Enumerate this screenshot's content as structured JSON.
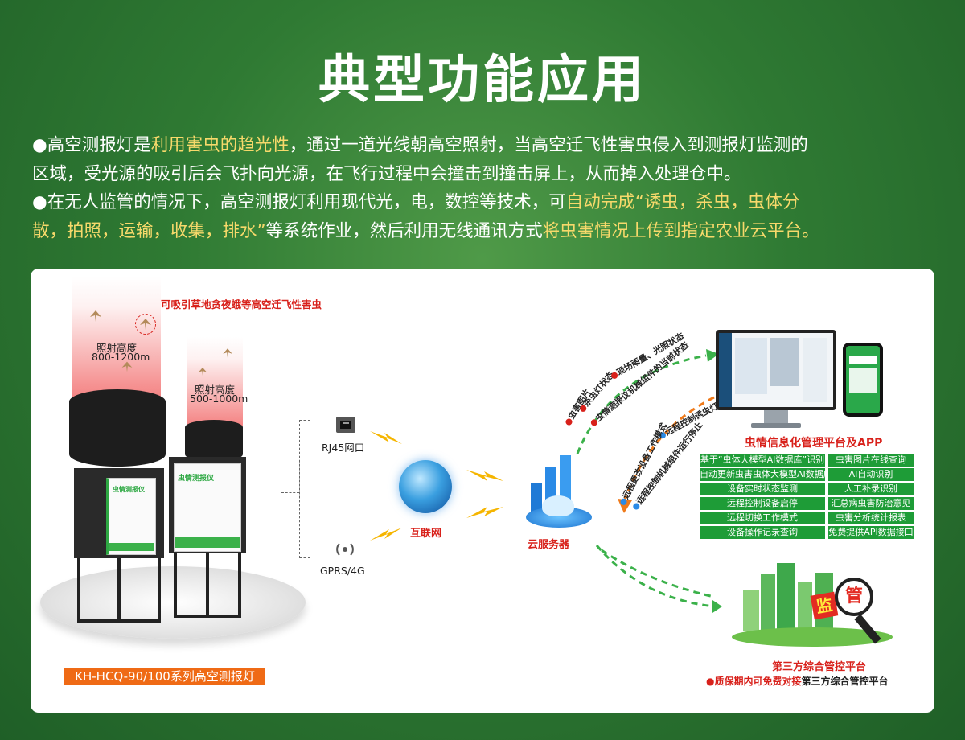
{
  "title": "典型功能应用",
  "intro": {
    "line1_a": "●高空测报灯是",
    "line1_hl": "利用害虫的趋光性",
    "line1_b": "，通过一道光线朝高空照射，当高空迁飞性害虫侵入到测报灯监测的",
    "line2": "区域，受光源的吸引后会飞扑向光源，在飞行过程中会撞击到撞击屏上，从而掉入处理仓中。",
    "line3_a": "●在无人监管的情况下，高空测报灯利用现代光，电，数控等技术，可",
    "line3_hl": "自动完成“诱虫，杀虫，虫体分",
    "line4_hl": "散，拍照，运输，收集，排水”",
    "line4_b": "等系统作业，然后利用无线通讯方式",
    "line4_hl2": "将虫害情况上传到指定农业云平台。"
  },
  "diagram": {
    "attract_label": "可吸引草地贪夜蛾等高空迁飞性害虫",
    "beam1_label": "照射高度",
    "beam1_range": "800-1200m",
    "beam2_label": "照射高度",
    "beam2_range": "500-1000m",
    "door_title": "虫情测报仪",
    "model_label": "KH-HCQ-90/100系列高空测报灯",
    "rj45": "RJ45网口",
    "gprs": "GPRS/4G",
    "internet": "互联网",
    "cloud": "云服务器",
    "upload_items": [
      "虫害图片",
      "杀虫灯状态",
      "现场雨量、光照状态",
      "虫情测报仪机械组件的当前状态"
    ],
    "control_items": [
      "远程控制诱虫灯",
      "远程更改设备工作模式",
      "远程控制机械组件运行停止"
    ],
    "platform_title": "虫情信息化管理平台及APP",
    "functions_left": [
      "基于“虫体大模型AI数据库”识别",
      "自动更新虫害虫体大模型AI数据库",
      "设备实时状态监测",
      "远程控制设备启停",
      "远程切换工作模式",
      "设备操作记录查询"
    ],
    "functions_right": [
      "虫害图片在线查询",
      "AI自动识别",
      "人工补录识别",
      "汇总病虫害防治意见",
      "虫害分析统计报表",
      "免费提供API数据接口"
    ],
    "supervise_1": "监",
    "supervise_2": "管",
    "third_party_title": "第三方综合管控平台",
    "third_a": "●质保期内可",
    "third_hl": "免费对接",
    "third_b": "第三方综合管控平台"
  },
  "colors": {
    "background": "#2f7a33",
    "highlight": "#f7d96b",
    "function_box": "#1e9c37",
    "model_label": "#ef6a15",
    "red_text": "#d8211b",
    "arrow_green": "#3bb14a",
    "arrow_orange": "#ef7a1a"
  },
  "icons": [
    "moth-icon",
    "rj45-port-icon",
    "wireless-signal-icon",
    "globe-icon",
    "lightning-icon",
    "cloud-server-icon",
    "monitor-icon",
    "phone-icon",
    "city-icon",
    "magnifier-icon"
  ]
}
